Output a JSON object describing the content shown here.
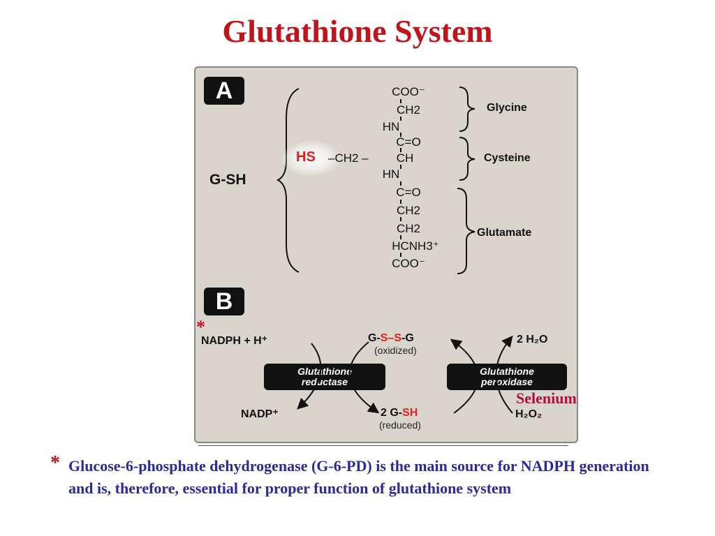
{
  "title": "Glutathione System",
  "panel_a": {
    "badge": "A",
    "molecule_label": "G-SH",
    "hs": "HS",
    "side_chain": "–CH2 –",
    "chain": [
      "COO⁻",
      "CH2",
      "HN",
      "C=O",
      "CH",
      "HN",
      "C=O",
      "CH2",
      "CH2",
      "HCNH3⁺",
      "COO⁻"
    ],
    "amino_acids": [
      "Glycine",
      "Cysteine",
      "Glutamate"
    ]
  },
  "panel_b": {
    "badge": "B",
    "nadph": "NADPH + H⁺",
    "nadp": "NADP⁺",
    "gssg": {
      "prefix": "G-",
      "s": "S–S",
      "suffix": "-G",
      "state": "(oxidized)"
    },
    "gsh": {
      "prefix": "2 G-",
      "s": "SH",
      "state": "(reduced)"
    },
    "water": "2 H₂O",
    "peroxide": "H₂O₂",
    "enzymes": [
      {
        "line1": "Glutathione",
        "line2": "reductase"
      },
      {
        "line1": "Glutathione",
        "line2": "peroxidase"
      }
    ],
    "selenium": "Selenium",
    "asterisk": "*"
  },
  "footnote": {
    "asterisk": "*",
    "text": "Glucose-6-phosphate dehydrogenase  (G-6-PD) is the main source for NADPH generation and is, therefore, essential for proper function of glutathione system"
  },
  "colors": {
    "title": "#c0141c",
    "footnote_text": "#2a2a9a",
    "selenium": "#b0103a",
    "highlight": "#e02020"
  }
}
